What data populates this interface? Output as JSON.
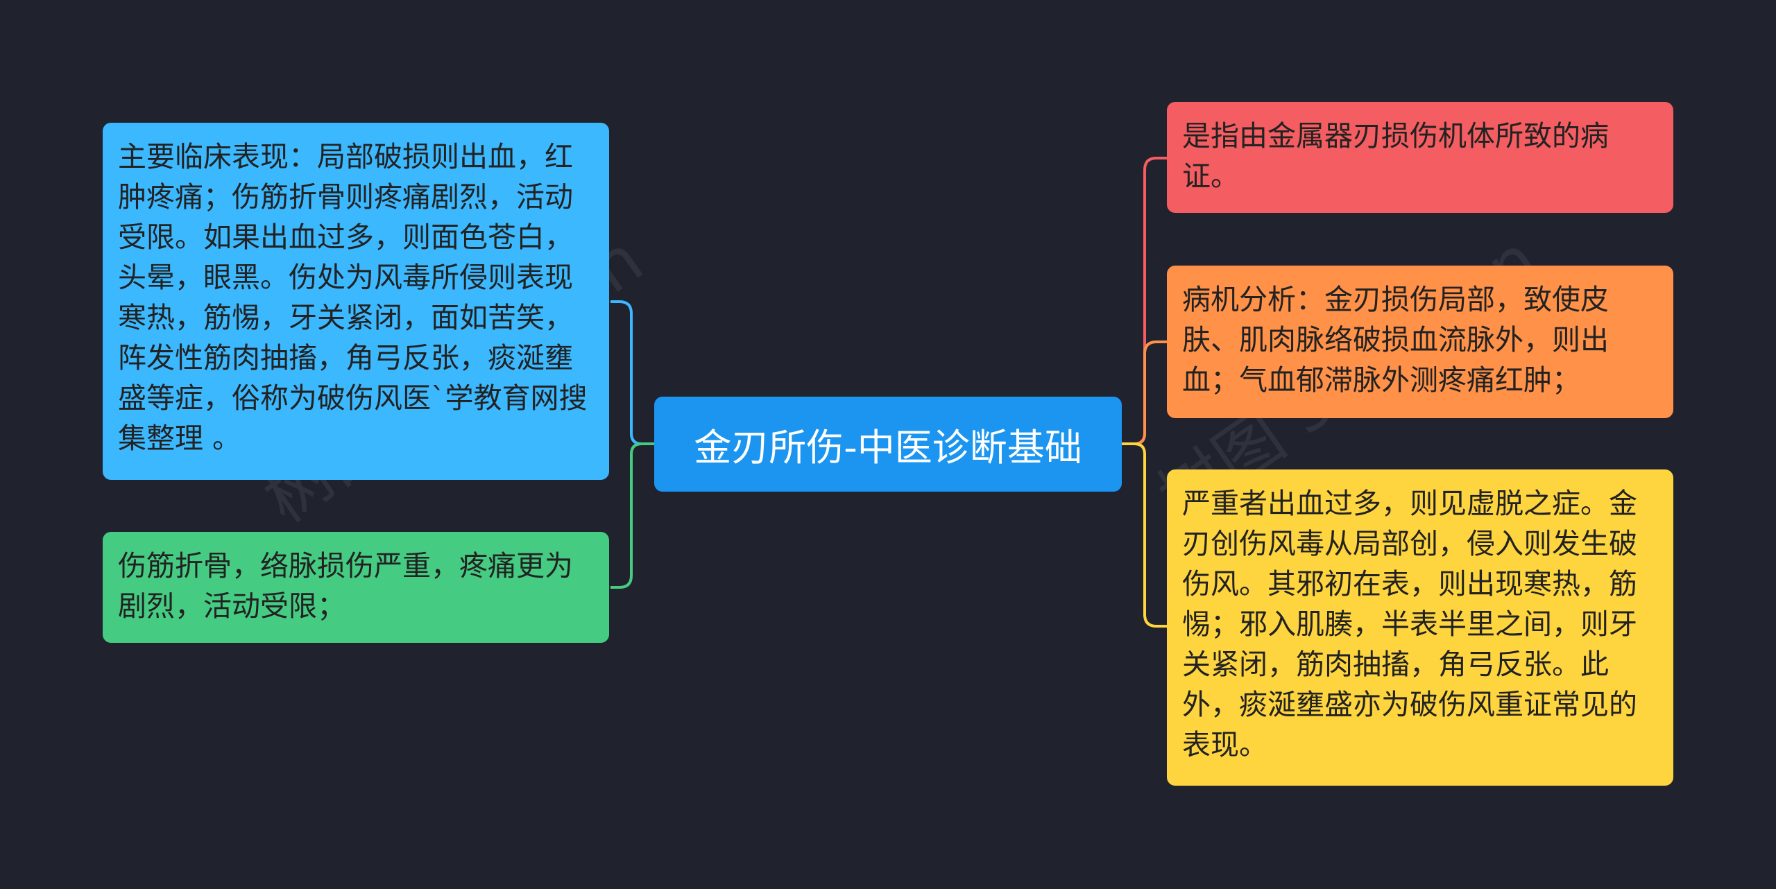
{
  "root": {
    "label": "金刃所伤-中医诊断基础"
  },
  "left_nodes": [
    {
      "text": "主要临床表现：局部破损则出血，红肿疼痛；伤筋折骨则疼痛剧烈，活动受限。如果出血过多，则面色苍白，头晕，眼黑。伤处为风毒所侵则表现寒热，筋惕，牙关紧闭，面如苦笑，阵发性筋肉抽搐，角弓反张，痰涎壅盛等症，俗称为破伤风医`学教育网搜集整理 。",
      "color": "#3cb8ff",
      "link_color": "#3cb8ff"
    },
    {
      "text": "伤筋折骨，络脉损伤严重，疼痛更为剧烈，活动受限；",
      "color": "#45cc82",
      "link_color": "#45cc82"
    }
  ],
  "right_nodes": [
    {
      "text": "是指由金属器刃损伤机体所致的病证。",
      "color": "#f45d61",
      "link_color": "#f45d61"
    },
    {
      "text": "病机分析：金刃损伤局部，致使皮肤、肌肉脉络破损血流脉外，则出血；气血郁滞脉外测疼痛红肿；",
      "color": "#ff9148",
      "link_color": "#ff9148"
    },
    {
      "text": "严重者出血过多，则见虚脱之症。金刃创伤风毒从局部创，侵入则发生破伤风。其邪初在表，则出现寒热，筋惕；邪入肌腠，半表半里之间，则牙关紧闭，筋肉抽搐，角弓反张。此外，痰涎壅盛亦为破伤风重证常见的表现。",
      "color": "#ffd53f",
      "link_color": "#ffd53f"
    }
  ],
  "watermarks": [
    "树图 shutu.cn",
    "树图 shutu.cn"
  ]
}
